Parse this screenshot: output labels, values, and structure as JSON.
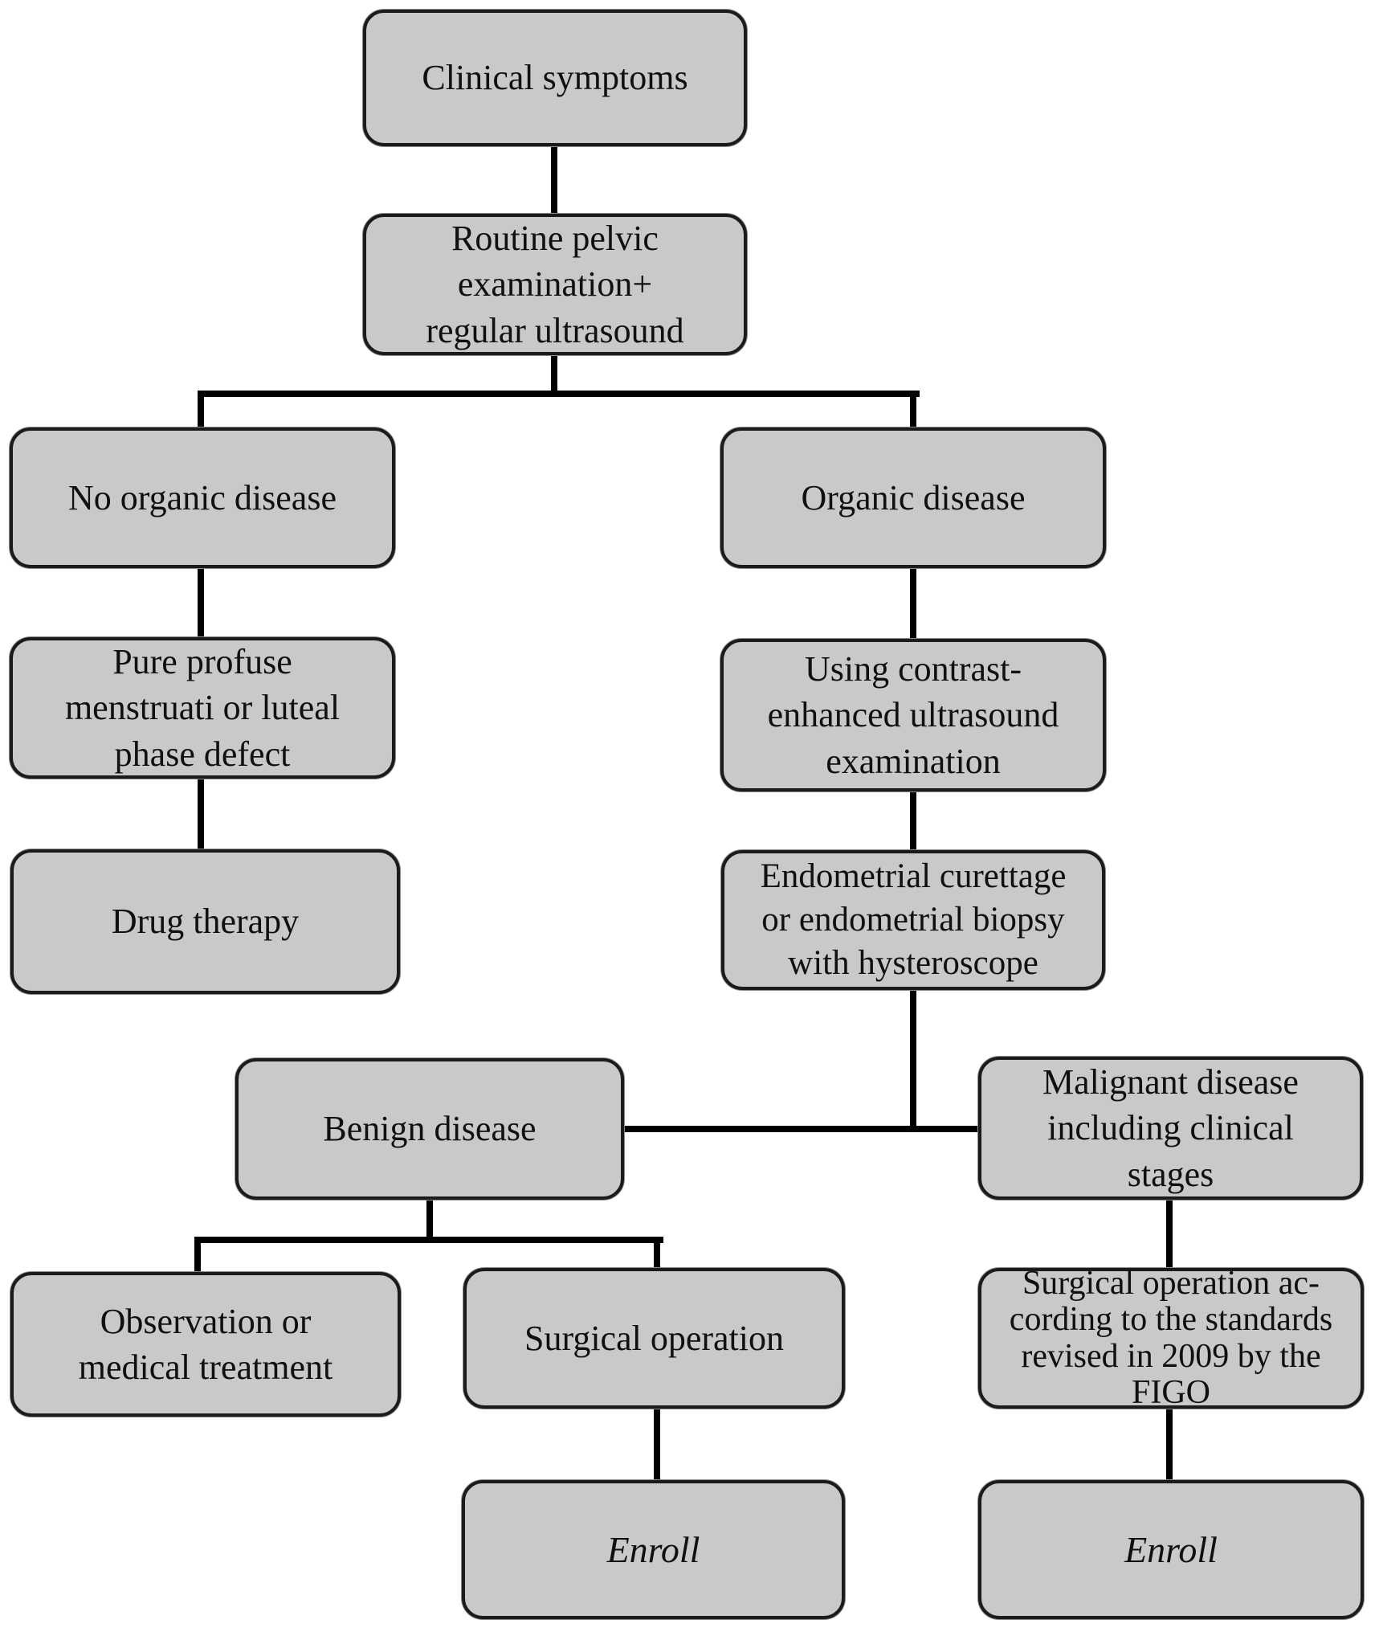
{
  "diagram": {
    "type": "flowchart",
    "colors": {
      "background": "#ffffff",
      "node_fill": "#c9c9c9",
      "node_border": "#1b1b1b",
      "connector": "#000000",
      "text": "#101010"
    },
    "nodes": {
      "clinical": {
        "text": "Clinical symptoms"
      },
      "routine": {
        "text": "Routine pelvic\nexamination+\nregular ultrasound"
      },
      "no_organic": {
        "text": "No organic disease"
      },
      "organic": {
        "text": "Organic disease"
      },
      "pure_profuse": {
        "text": "Pure profuse\nmenstruati or luteal\nphase defect"
      },
      "using_contrast": {
        "text": "Using contrast-\nenhanced ultrasound\nexamination"
      },
      "drug_therapy": {
        "text": "Drug therapy"
      },
      "endometrial": {
        "text": "Endometrial curettage\nor endometrial biopsy\nwith hysteroscope"
      },
      "benign": {
        "text": "Benign disease"
      },
      "malignant": {
        "text": "Malignant disease\nincluding clinical\nstages"
      },
      "observation": {
        "text": "Observation or\nmedical treatment"
      },
      "surgical": {
        "text": "Surgical operation"
      },
      "surgical_figo": {
        "text": "Surgical operation ac-\ncording to the standards\nrevised in 2009 by the\nFIGO"
      },
      "enroll_left": {
        "text": "Enroll"
      },
      "enroll_right": {
        "text": "Enroll"
      }
    },
    "edges": [
      {
        "from": "clinical",
        "to": "routine"
      },
      {
        "from": "routine",
        "to": "no_organic"
      },
      {
        "from": "routine",
        "to": "organic"
      },
      {
        "from": "no_organic",
        "to": "pure_profuse"
      },
      {
        "from": "pure_profuse",
        "to": "drug_therapy"
      },
      {
        "from": "organic",
        "to": "using_contrast"
      },
      {
        "from": "using_contrast",
        "to": "endometrial"
      },
      {
        "from": "endometrial",
        "to": "benign"
      },
      {
        "from": "endometrial",
        "to": "malignant"
      },
      {
        "from": "benign",
        "to": "observation"
      },
      {
        "from": "benign",
        "to": "surgical"
      },
      {
        "from": "surgical",
        "to": "enroll_left"
      },
      {
        "from": "malignant",
        "to": "surgical_figo"
      },
      {
        "from": "surgical_figo",
        "to": "enroll_right"
      }
    ]
  }
}
